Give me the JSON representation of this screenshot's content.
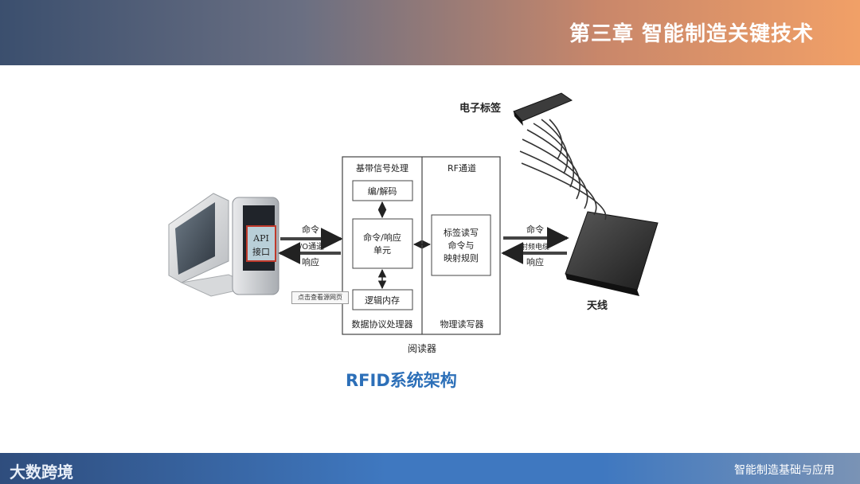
{
  "header": {
    "title": "第三章 智能制造关键技术"
  },
  "diagram": {
    "tag_label": "电子标签",
    "antenna_label": "天线",
    "api_label_line1": "API",
    "api_label_line2": "接口",
    "left_command": "命令",
    "left_channel": "I/O通道",
    "left_response": "响应",
    "baseband_title": "基带信号处理",
    "rf_title": "RF通道",
    "codec": "编/解码",
    "cmd_unit_line1": "命令/响应",
    "cmd_unit_line2": "单元",
    "logic_memory": "逻辑内存",
    "tag_rw_line1": "标签读写",
    "tag_rw_line2": "命令与",
    "tag_rw_line3": "映射规则",
    "protocol_processor": "数据协议处理器",
    "physical_rw": "物理读写器",
    "reader": "阅读器",
    "right_command": "命令",
    "right_channel": "射频电缆",
    "right_response": "响应",
    "tooltip": "点击查看源网页"
  },
  "caption": "RFID系统架构",
  "footer": {
    "logo": "大数跨境",
    "course": "智能制造基础与应用"
  }
}
